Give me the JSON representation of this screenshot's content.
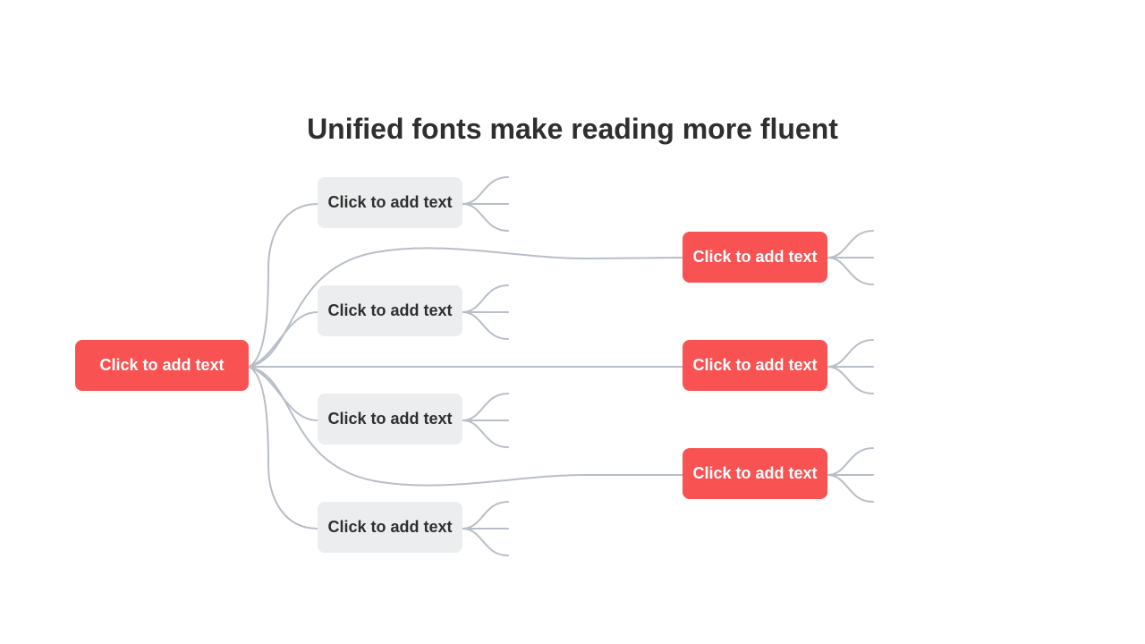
{
  "mind_map": {
    "title": "Unified fonts make reading more fluent",
    "central_topic": {
      "label": "Click to add text"
    },
    "left_branches": [
      {
        "label": "Click to add text"
      },
      {
        "label": "Click to add text"
      },
      {
        "label": "Click to add text"
      },
      {
        "label": "Click to add text"
      }
    ],
    "right_branches": [
      {
        "label": "Click to add text"
      },
      {
        "label": "Click to add text"
      },
      {
        "label": "Click to add text"
      }
    ]
  },
  "colors": {
    "accent_red": "#f85252",
    "subtopic_gray": "#ecedee",
    "connector": "#b8bec7",
    "text_dark": "#2f2f2f"
  }
}
